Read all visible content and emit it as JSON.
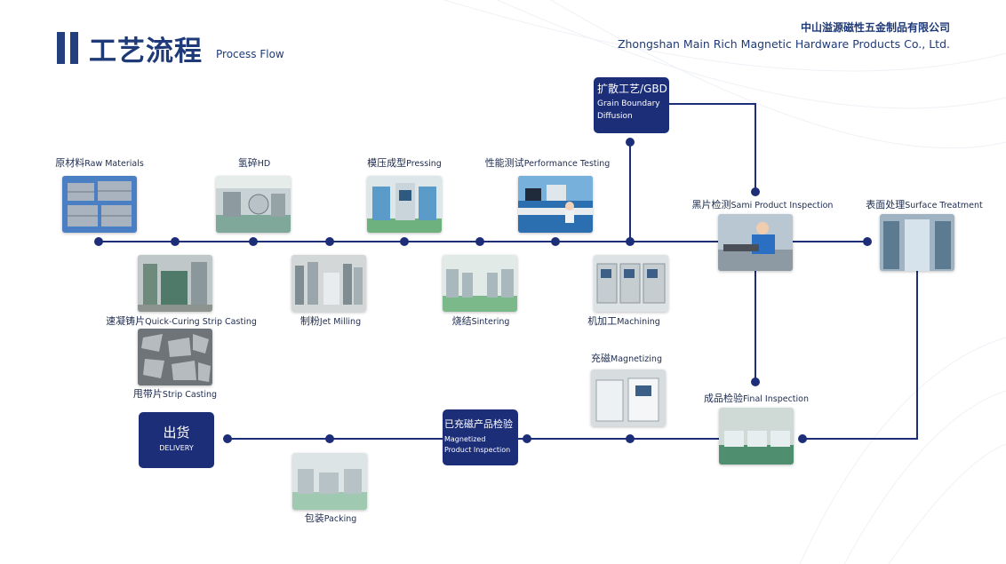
{
  "header": {
    "title_zh": "工艺流程",
    "title_en": "Process Flow",
    "company_zh": "中山溢源磁性五金制品有限公司",
    "company_en": "Zhongshan Main Rich Magnetic Hardware Products Co., Ltd."
  },
  "colors": {
    "primary": "#1d2e78",
    "accent": "#233f7e"
  },
  "steps": {
    "raw_materials": {
      "zh": "原材料",
      "en": "Raw Materials"
    },
    "hd": {
      "zh": "氢碎",
      "en": "HD"
    },
    "pressing": {
      "zh": "模压成型",
      "en": "Pressing"
    },
    "performance_testing": {
      "zh": "性能测试",
      "en": "Performance Testing"
    },
    "quick_curing": {
      "zh": "速凝铸片",
      "en": "Quick-Curing Strip Casting"
    },
    "jet_milling": {
      "zh": "制粉",
      "en": "Jet Milling"
    },
    "sintering": {
      "zh": "烧结",
      "en": "Sintering"
    },
    "machining": {
      "zh": "机加工",
      "en": "Machining"
    },
    "strip_casting": {
      "zh": "甩带片",
      "en": "Strip Casting"
    },
    "sami_inspection": {
      "zh": "黑片检测",
      "en": "Sami Product Inspection"
    },
    "surface_treatment": {
      "zh": "表面处理",
      "en": "Surface Treatment"
    },
    "magnetizing": {
      "zh": "充磁",
      "en": "Magnetizing"
    },
    "final_inspection": {
      "zh": "成品检验",
      "en": "Final Inspection"
    },
    "packing": {
      "zh": "包装",
      "en": "Packing"
    }
  },
  "boxes": {
    "gbd": {
      "line1": "扩散工艺/GBD",
      "line2": "Grain Boundary",
      "line3": "Diffusion"
    },
    "delivery": {
      "zh": "出货",
      "en": "DELIVERY"
    },
    "magnetized_inspection": {
      "zh": "已充磁产品检验",
      "en1": "Magnetized",
      "en2": "Product Inspection"
    }
  }
}
